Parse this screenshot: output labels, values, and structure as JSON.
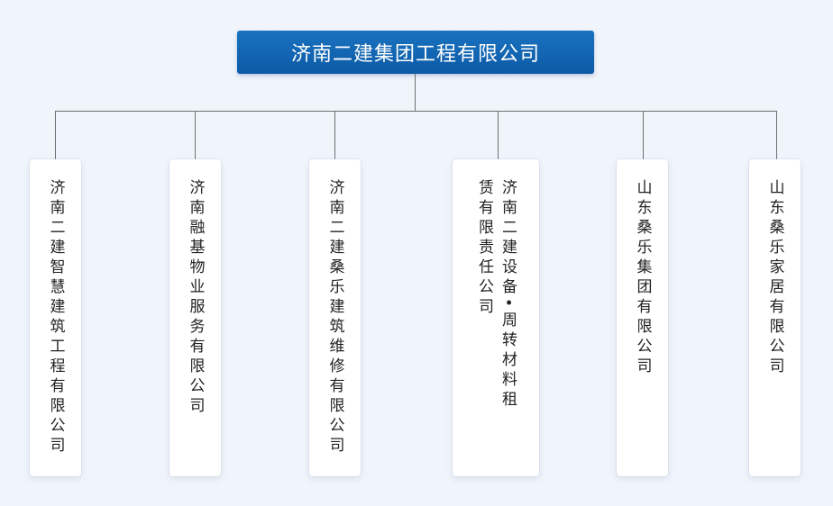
{
  "diagram": {
    "root": {
      "title": "济南二建集团工程有限公司"
    },
    "subsidiaries": [
      {
        "name": "济南二建智慧建筑工程有限公司"
      },
      {
        "name": "济南融基物业服务有限公司"
      },
      {
        "name": "济南二建桑乐建筑维修有限公司"
      },
      {
        "name": "济南二建设备•周转材料租赁有限责任公司"
      },
      {
        "name": "山东桑乐集团有限公司"
      },
      {
        "name": "山东桑乐家居有限公司"
      }
    ],
    "colors": {
      "root_fill": "#0c5aa6",
      "root_text": "#ffffff",
      "card_fill": "#ffffff",
      "connector": "#6f6f6f",
      "background": "#f0f4fb"
    }
  }
}
